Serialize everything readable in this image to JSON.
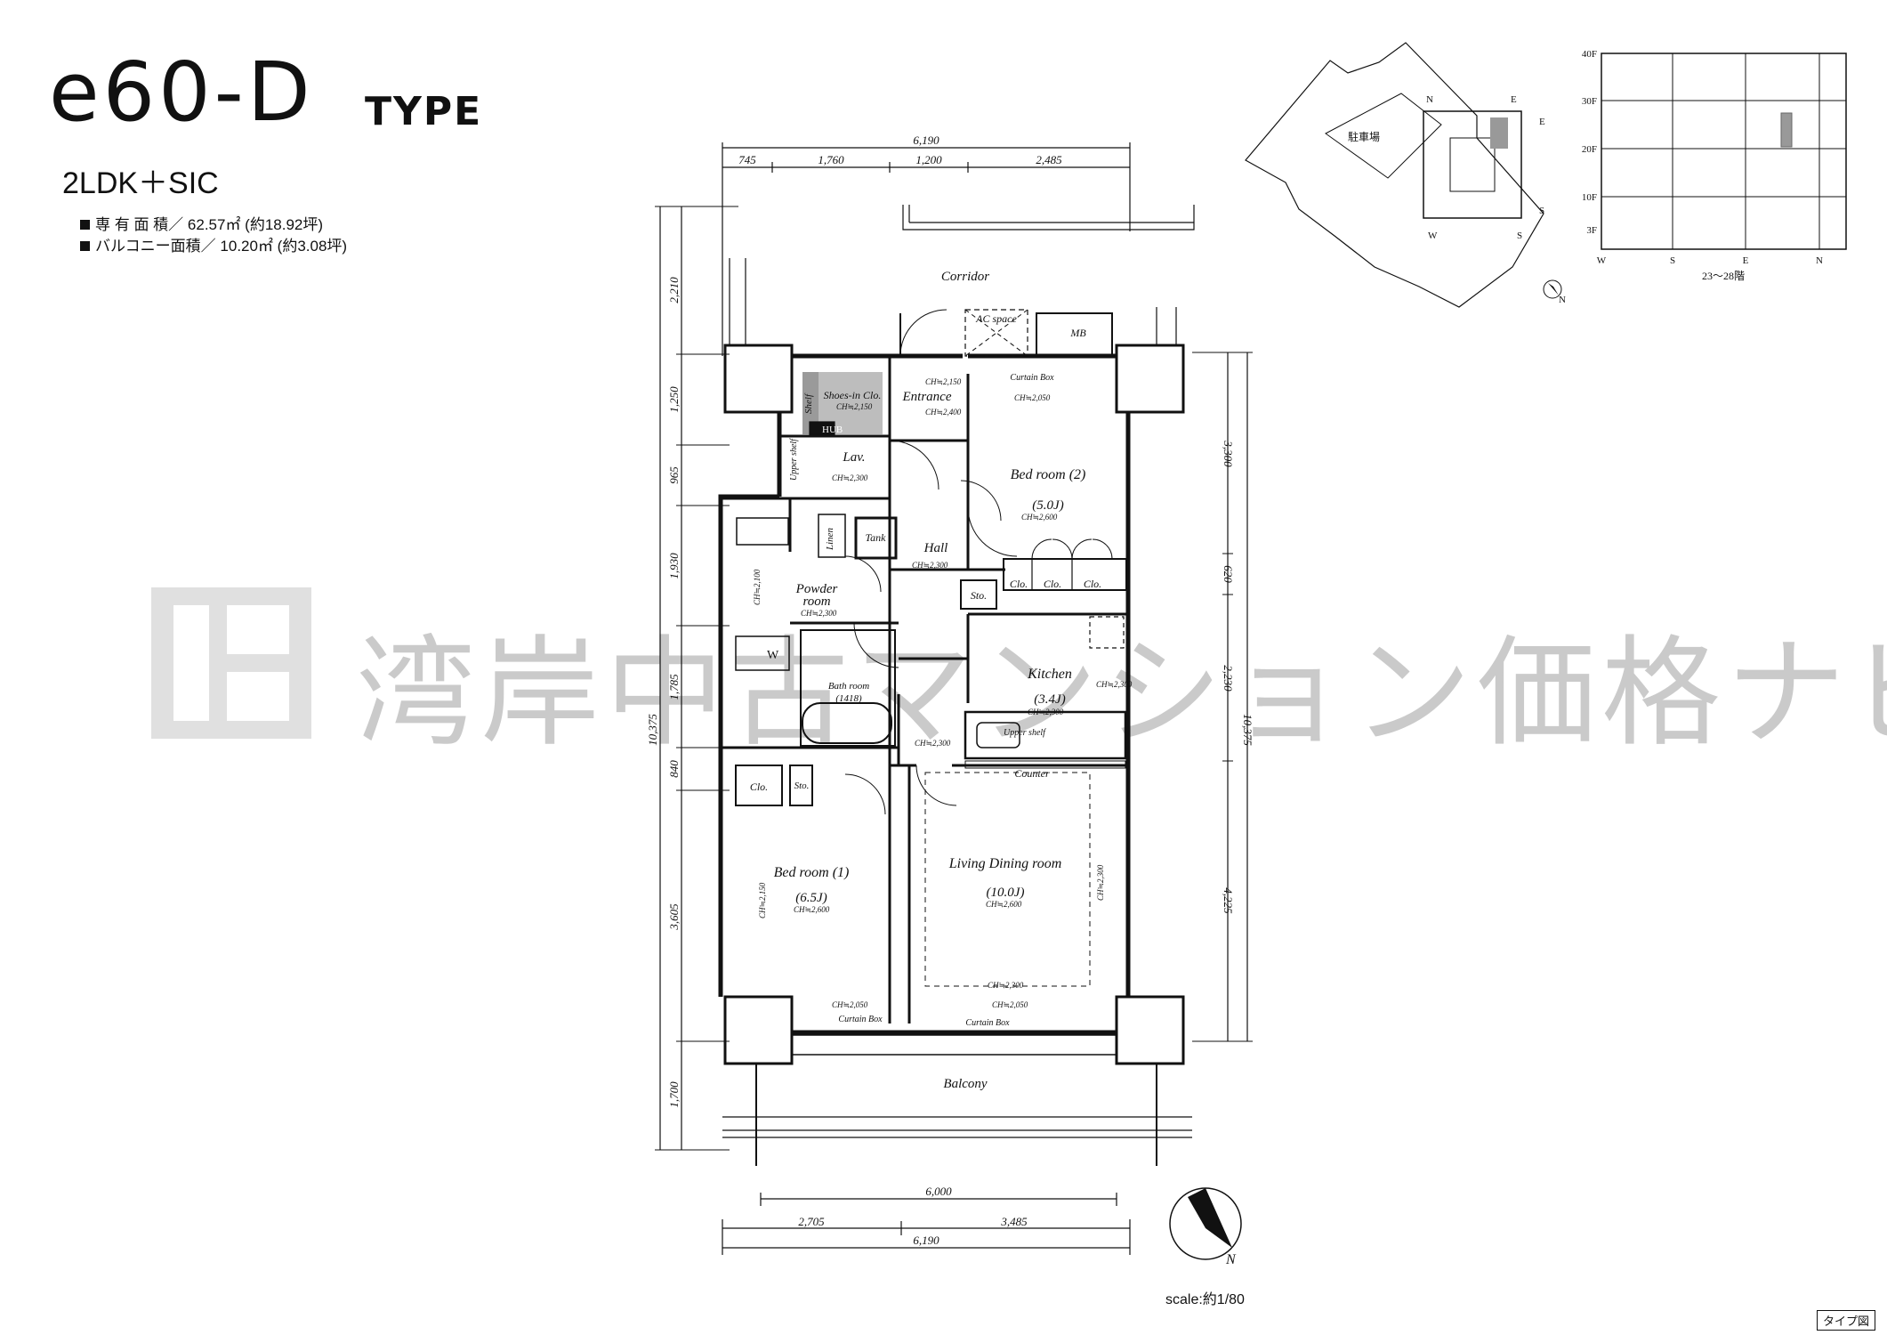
{
  "header": {
    "type_name": "e60-D",
    "type_suffix": "TYPE",
    "layout": "2LDK＋SIC"
  },
  "specs": [
    {
      "label": "専 有 面 積／",
      "value": "62.57㎡ (約18.92坪)"
    },
    {
      "label": "バルコニー面積／",
      "value": "10.20㎡ (約3.08坪)"
    }
  ],
  "watermark": "湾岸中古マンション価格ナビ",
  "rooms": {
    "corridor": "Corridor",
    "ac_space": "AC space",
    "mb": "MB",
    "curtain_box": "Curtain Box",
    "shelf": "Shelf",
    "shoes_in_clo": "Shoes-in Clo.",
    "hub": "HUB",
    "entrance": "Entrance",
    "lav": "Lav.",
    "upper_shelf": "Upper shelf",
    "bed2": "Bed room (2)",
    "bed2_size": "(5.0J)",
    "linen": "Linen",
    "tank": "Tank",
    "hall": "Hall",
    "sto": "Sto.",
    "clo": "Clo.",
    "powder": "Powder",
    "powder2": "room",
    "w": "W",
    "bath": "Bath room",
    "bath_size": "(1418)",
    "kitchen": "Kitchen",
    "kitchen_size": "(3.4J)",
    "counter": "Counter",
    "bed1": "Bed room (1)",
    "bed1_size": "(6.5J)",
    "ldr": "Living Dining room",
    "ldr_size": "(10.0J)",
    "balcony": "Balcony"
  },
  "ceiling_heights": {
    "ch2150": "CH≒2,150",
    "ch2400": "CH≒2,400",
    "ch2050": "CH≒2,050",
    "ch2300": "CH≒2,300",
    "ch2600": "CH≒2,600",
    "ch2100": "CH≒2,100"
  },
  "dimensions": {
    "top_total": "6,190",
    "top_segments": [
      "745",
      "1,760",
      "1,200",
      "2,485"
    ],
    "left": [
      "2,210",
      "1,250",
      "965",
      "1,930",
      "1,785",
      "840",
      "3,605",
      "1,700"
    ],
    "left_total": "10,375",
    "right": [
      "3,300",
      "620",
      "2,230",
      "4,225"
    ],
    "right_total": "10,375",
    "bottom_inner": "6,000",
    "bottom_segments": [
      "2,705",
      "3,485"
    ],
    "bottom_total": "6,190"
  },
  "key_plan": {
    "parking": "駐車場",
    "compass_letters": [
      "N",
      "E",
      "E",
      "S",
      "W",
      "S",
      "N"
    ]
  },
  "elevation": {
    "floors": [
      "40F",
      "30F",
      "20F",
      "10F",
      "3F"
    ],
    "directions": [
      "W",
      "S",
      "E",
      "N"
    ],
    "floor_range": "23～28階"
  },
  "north_letter": "N",
  "scale_note": "scale:約1/80",
  "type_badge": "タイプ図"
}
